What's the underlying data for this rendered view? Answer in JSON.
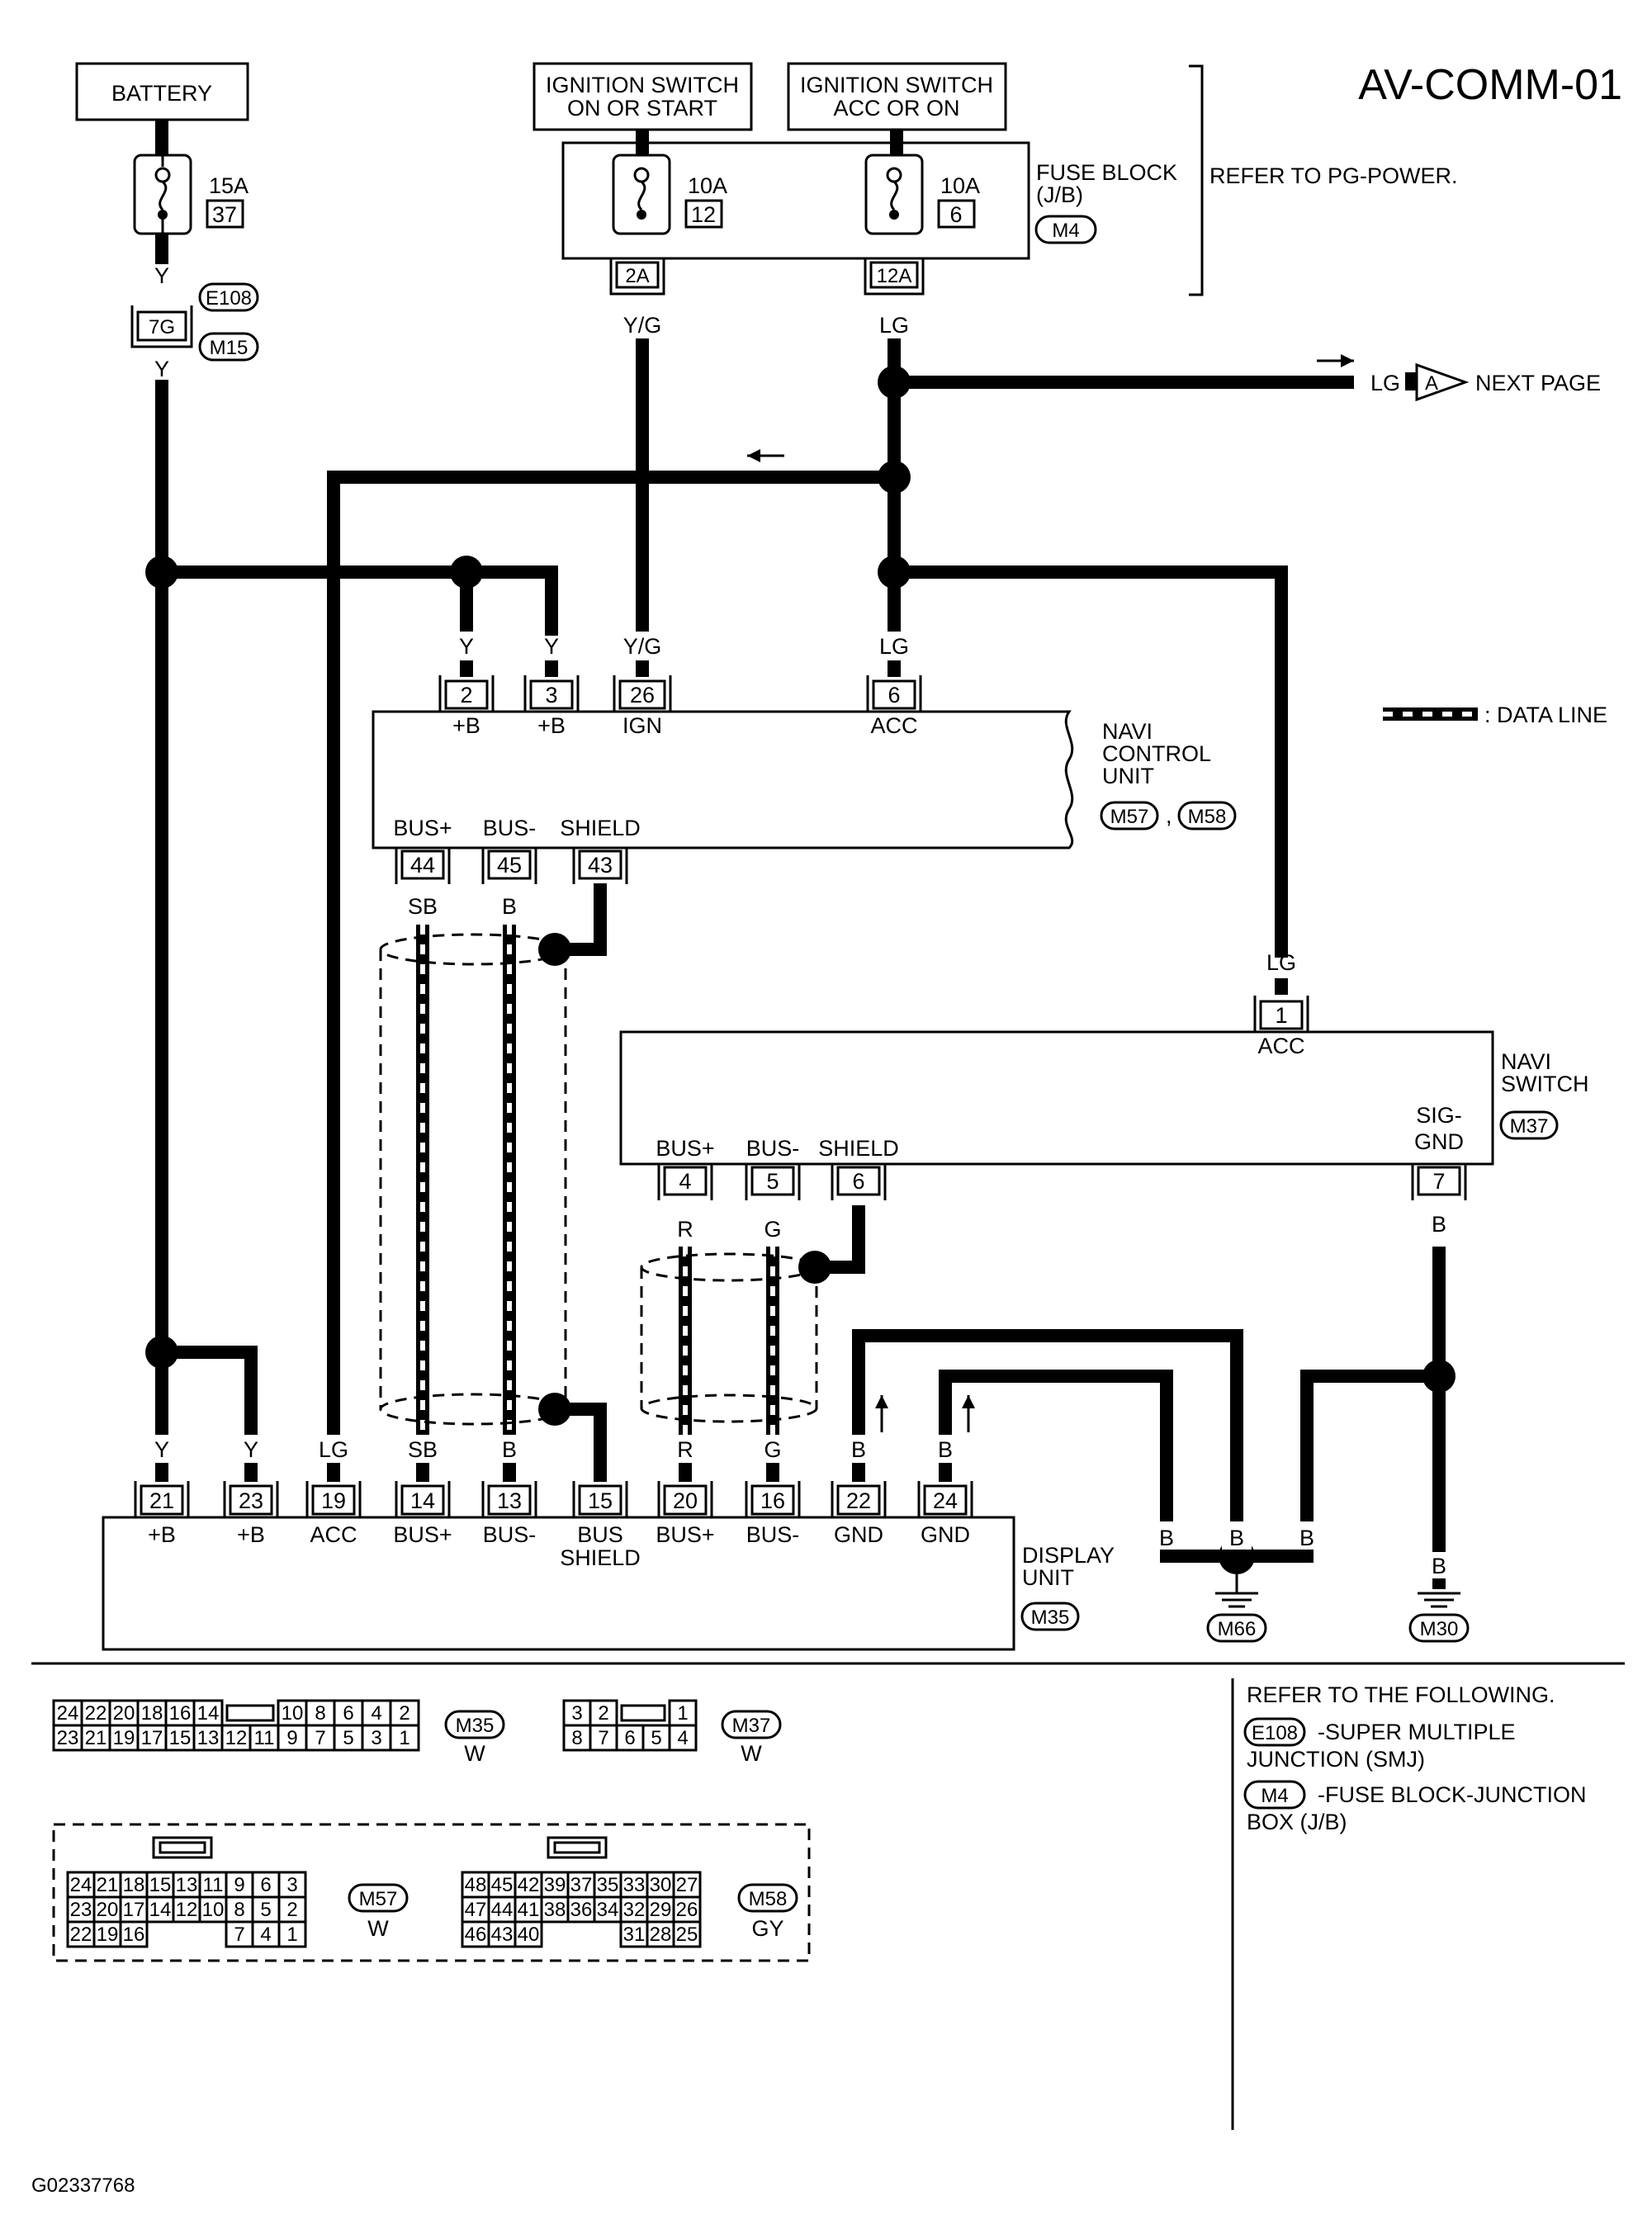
{
  "title": "AV-COMM-01",
  "figure_id": "G02337768",
  "power_sources": {
    "battery": "BATTERY",
    "ign_on_start": [
      "IGNITION SWITCH",
      "ON OR START"
    ],
    "ign_acc_on": [
      "IGNITION SWITCH",
      "ACC OR ON"
    ]
  },
  "fuses": {
    "battery_fuse": {
      "amp": "15A",
      "num": "37"
    },
    "ign_fuse": {
      "amp": "10A",
      "num": "12"
    },
    "acc_fuse": {
      "amp": "10A",
      "num": "6"
    }
  },
  "fuse_block": {
    "lines": [
      "FUSE BLOCK",
      "(J/B)"
    ],
    "connector": "M4"
  },
  "refer_pg": "REFER TO PG-POWER.",
  "connectors": {
    "e108": "E108",
    "m15": "M15",
    "pin7g": "7G",
    "pin2a": "2A",
    "pin12a": "12A"
  },
  "next_page": {
    "color": "LG",
    "marker": "A",
    "text": "NEXT PAGE"
  },
  "data_line_legend": ": DATA LINE",
  "navi_control": {
    "lines": [
      "NAVI",
      "CONTROL",
      "UNIT"
    ],
    "conn1": "M57",
    "sep": ",",
    "conn2": "M58",
    "top_pins": [
      {
        "num": "2",
        "name": "+B",
        "color": "Y"
      },
      {
        "num": "3",
        "name": "+B",
        "color": "Y"
      },
      {
        "num": "26",
        "name": "IGN",
        "color": "Y/G"
      },
      {
        "num": "6",
        "name": "ACC",
        "color": "LG"
      }
    ],
    "bottom_pins": [
      {
        "num": "44",
        "name": "BUS+",
        "color": "SB"
      },
      {
        "num": "45",
        "name": "BUS-",
        "color": "B"
      },
      {
        "num": "43",
        "name": "SHIELD"
      }
    ]
  },
  "navi_switch": {
    "lines": [
      "NAVI",
      "SWITCH"
    ],
    "conn": "M37",
    "acc_pin": {
      "num": "1",
      "name": "ACC",
      "color": "LG"
    },
    "bottom_pins": [
      {
        "num": "4",
        "name": "BUS+",
        "color": "R"
      },
      {
        "num": "5",
        "name": "BUS-",
        "color": "G"
      },
      {
        "num": "6",
        "name": "SHIELD"
      },
      {
        "num": "7",
        "name": [
          "SIG-",
          "GND"
        ],
        "color": "B"
      }
    ]
  },
  "display_unit": {
    "lines": [
      "DISPLAY",
      "UNIT"
    ],
    "conn": "M35",
    "pins": [
      {
        "num": "21",
        "name": "+B",
        "color": "Y"
      },
      {
        "num": "23",
        "name": "+B",
        "color": "Y"
      },
      {
        "num": "19",
        "name": "ACC",
        "color": "LG"
      },
      {
        "num": "14",
        "name": "BUS+",
        "color": "SB"
      },
      {
        "num": "13",
        "name": "BUS-",
        "color": "B"
      },
      {
        "num": "15",
        "name": [
          "BUS",
          "SHIELD"
        ]
      },
      {
        "num": "20",
        "name": "BUS+",
        "color": "R"
      },
      {
        "num": "16",
        "name": "BUS-",
        "color": "G"
      },
      {
        "num": "22",
        "name": "GND",
        "color": "B"
      },
      {
        "num": "24",
        "name": "GND",
        "color": "B"
      }
    ]
  },
  "wire_colors": {
    "y": "Y",
    "yg": "Y/G",
    "lg": "LG",
    "b": "B"
  },
  "grounds": {
    "m66": "M66",
    "m30": "M30"
  },
  "pinouts": {
    "m35": {
      "top": [
        "24",
        "22",
        "20",
        "18",
        "16",
        "14",
        "10",
        "8",
        "6",
        "4",
        "2"
      ],
      "bottom": [
        "23",
        "21",
        "19",
        "17",
        "15",
        "13",
        "12",
        "11",
        "9",
        "7",
        "5",
        "3",
        "1"
      ],
      "label": "M35",
      "color": "W"
    },
    "m37": {
      "top": [
        "3",
        "2",
        "1"
      ],
      "bottom": [
        "8",
        "7",
        "6",
        "5",
        "4"
      ],
      "label": "M37",
      "color": "W"
    },
    "m57": {
      "row1": [
        "24",
        "21",
        "18",
        "15",
        "13",
        "11",
        "9",
        "6",
        "3"
      ],
      "row2": [
        "23",
        "20",
        "17",
        "14",
        "12",
        "10",
        "8",
        "5",
        "2"
      ],
      "row3": [
        "22",
        "19",
        "16",
        "7",
        "4",
        "1"
      ],
      "label": "M57",
      "color": "W"
    },
    "m58": {
      "row1": [
        "48",
        "45",
        "42",
        "39",
        "37",
        "35",
        "33",
        "30",
        "27"
      ],
      "row2": [
        "47",
        "44",
        "41",
        "38",
        "36",
        "34",
        "32",
        "29",
        "26"
      ],
      "row3": [
        "46",
        "43",
        "40",
        "31",
        "28",
        "25"
      ],
      "label": "M58",
      "color": "GY"
    }
  },
  "refer_notes": {
    "title": "REFER TO THE FOLLOWING.",
    "items": [
      {
        "conn": "E108",
        "text": "-SUPER MULTIPLE",
        "text2": "JUNCTION (SMJ)"
      },
      {
        "conn": "M4",
        "text": "-FUSE BLOCK-JUNCTION",
        "text2": "BOX (J/B)"
      }
    ]
  }
}
